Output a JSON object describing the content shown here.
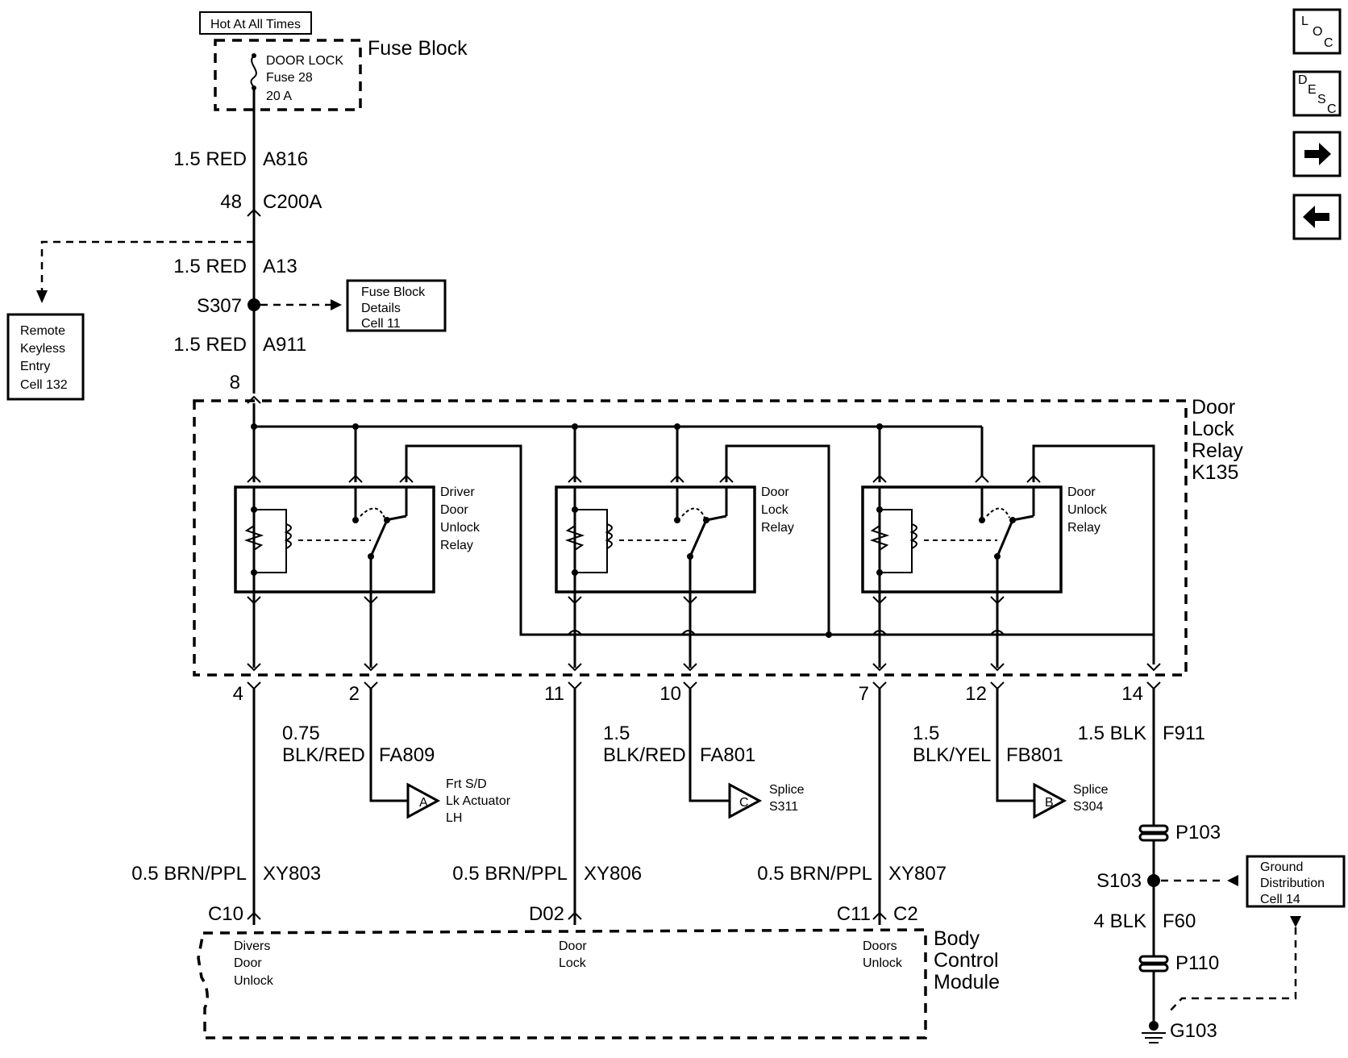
{
  "power": {
    "hot_label": "Hot At All Times",
    "fuse_block": "Fuse Block",
    "fuse_name": "DOOR LOCK",
    "fuse_num": "Fuse 28",
    "fuse_amp": "20 A"
  },
  "feed": {
    "w1_gauge": "1.5 RED",
    "w1_id": "A816",
    "conn_pin": "48",
    "conn_id": "C200A",
    "w2_gauge": "1.5 RED",
    "w2_id": "A13",
    "splice": "S307",
    "w3_gauge": "1.5 RED",
    "w3_id": "A911",
    "relay_pin": "8"
  },
  "refs": {
    "fuse_details": [
      "Fuse Block",
      "Details",
      "Cell 11"
    ],
    "rke": [
      "Remote",
      "Keyless",
      "Entry",
      "Cell 132"
    ],
    "ground_dist": [
      "Ground",
      "Distribution",
      "Cell 14"
    ]
  },
  "relay_module": {
    "name": [
      "Door",
      "Lock",
      "Relay",
      "K135"
    ]
  },
  "relays": [
    {
      "label": [
        "Driver",
        "Door",
        "Unlock",
        "Relay"
      ]
    },
    {
      "label": [
        "Door",
        "Lock",
        "Relay"
      ]
    },
    {
      "label": [
        "Door",
        "Unlock",
        "Relay"
      ]
    }
  ],
  "pins": [
    "4",
    "2",
    "11",
    "10",
    "7",
    "12",
    "14"
  ],
  "outputs": [
    {
      "gauge1": "0.75",
      "gauge2": "BLK/RED",
      "id": "FA809",
      "conn": "A",
      "dest": [
        "Frt S/D",
        "Lk Actuator",
        "LH"
      ]
    },
    {
      "gauge1": "1.5",
      "gauge2": "BLK/RED",
      "id": "FA801",
      "conn": "C",
      "dest": [
        "Splice",
        "S311"
      ]
    },
    {
      "gauge1": "1.5",
      "gauge2": "BLK/YEL",
      "id": "FB801",
      "conn": "B",
      "dest": [
        "Splice",
        "S304"
      ]
    }
  ],
  "bcm_wires": [
    {
      "gauge": "0.5 BRN/PPL",
      "id": "XY803",
      "pin": "C10",
      "func": [
        "Divers",
        "Door",
        "Unlock"
      ]
    },
    {
      "gauge": "0.5 BRN/PPL",
      "id": "XY806",
      "pin": "D02",
      "func": [
        "Door",
        "Lock"
      ]
    },
    {
      "gauge": "0.5 BRN/PPL",
      "id": "XY807",
      "pin": "C11",
      "pin2": "C2",
      "func": [
        "Doors",
        "Unlock"
      ]
    }
  ],
  "bcm": {
    "name": [
      "Body",
      "Control",
      "Module"
    ]
  },
  "ground": {
    "w1_gauge": "1.5 BLK",
    "w1_id": "F911",
    "p1": "P103",
    "splice": "S103",
    "w2_gauge": "4 BLK",
    "w2_id": "F60",
    "p2": "P110",
    "ground": "G103"
  },
  "nav": {
    "loc": [
      "L",
      "O",
      "C"
    ],
    "desc": [
      "D",
      "E",
      "S",
      "C"
    ],
    "next_icon": "arrow-right-icon",
    "prev_icon": "arrow-left-icon"
  }
}
